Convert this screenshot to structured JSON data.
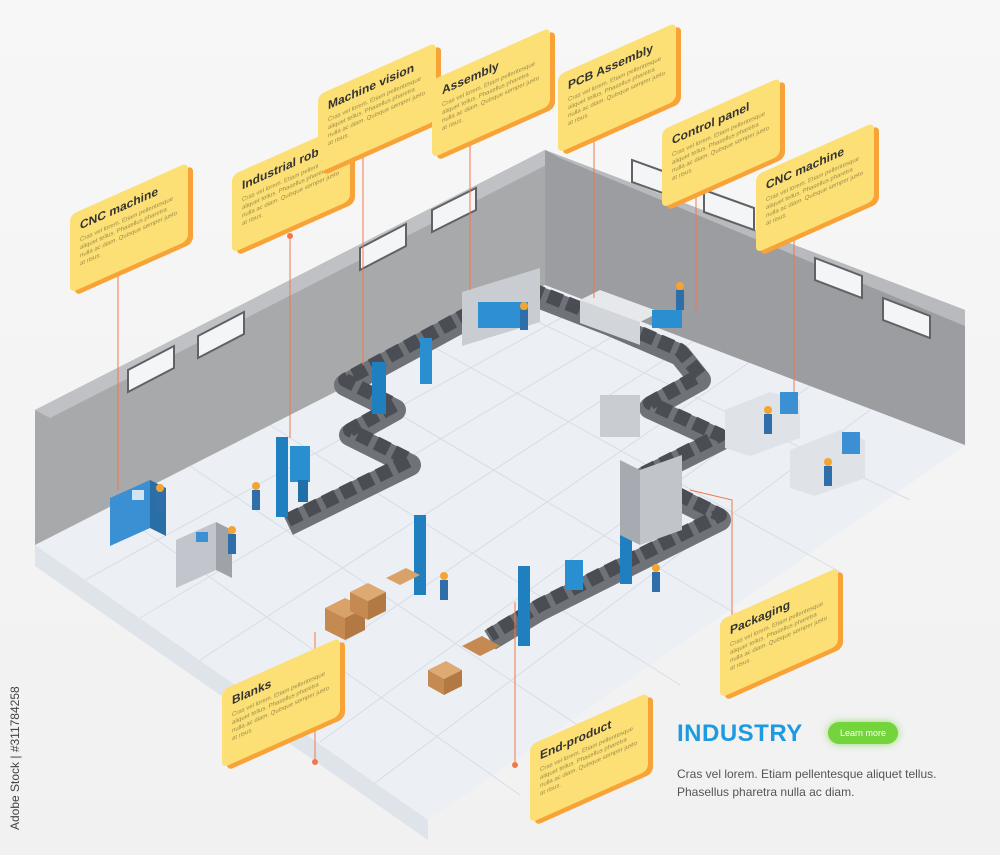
{
  "callouts": [
    {
      "title": "CNC machine",
      "body": "Cras vel lorem. Etiam pellentesque aliquet tellus. Phasellus pharetra nulla ac diam. Quisque semper justo at risus."
    },
    {
      "title": "Industrial robot",
      "body": "Cras vel lorem. Etiam pellentesque aliquet tellus. Phasellus pharetra nulla ac diam. Quisque semper justo at risus."
    },
    {
      "title": "Machine vision",
      "body": "Cras vel lorem. Etiam pellentesque aliquet tellus. Phasellus pharetra nulla ac diam. Quisque semper justo at risus."
    },
    {
      "title": "Assembly",
      "body": "Cras vel lorem. Etiam pellentesque aliquet tellus. Phasellus pharetra nulla ac diam. Quisque semper justo at risus."
    },
    {
      "title": "PCB Assembly",
      "body": "Cras vel lorem. Etiam pellentesque aliquet tellus. Phasellus pharetra nulla ac diam. Quisque semper justo at risus."
    },
    {
      "title": "Control panel",
      "body": "Cras vel lorem. Etiam pellentesque aliquet tellus. Phasellus pharetra nulla ac diam. Quisque semper justo at risus."
    },
    {
      "title": "CNC machine",
      "body": "Cras vel lorem. Etiam pellentesque aliquet tellus. Phasellus pharetra nulla ac diam. Quisque semper justo at risus."
    },
    {
      "title": "Packaging",
      "body": "Cras vel lorem. Etiam pellentesque aliquet tellus. Phasellus pharetra nulla ac diam. Quisque semper justo at risus."
    },
    {
      "title": "Blanks",
      "body": "Cras vel lorem. Etiam pellentesque aliquet tellus. Phasellus pharetra nulla ac diam. Quisque semper justo at risus."
    },
    {
      "title": "End-product",
      "body": "Cras vel lorem. Etiam pellentesque aliquet tellus. Phasellus pharetra nulla ac diam. Quisque semper justo at risus."
    }
  ],
  "industry": {
    "title": "INDUSTRY",
    "button": "Learn more",
    "line1": "Cras vel lorem. Etiam pellentesque aliquet tellus.",
    "line2": "Phasellus pharetra nulla ac diam."
  },
  "watermark": "Adobe Stock | #311784258",
  "colors": {
    "callout_face": "#fde075",
    "callout_shadow": "#f7a338",
    "leader_line": "#f2784b",
    "accent_blue": "#1e9be0",
    "button_green": "#74d43c"
  }
}
